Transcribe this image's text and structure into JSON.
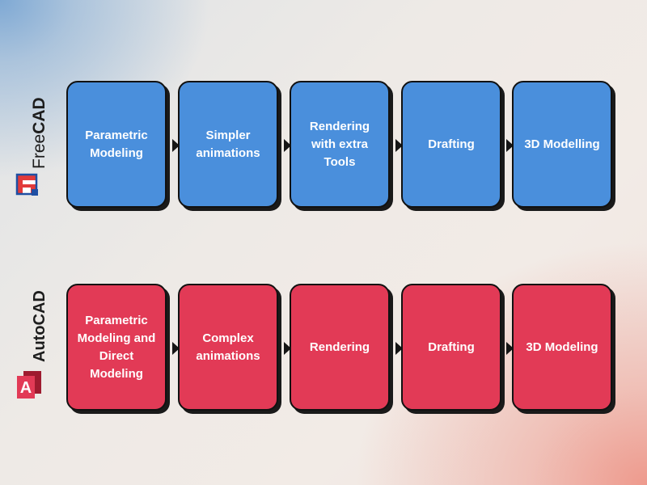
{
  "freecad": {
    "brand": {
      "part1": "Free",
      "part2": "CAD",
      "logo_icon": "freecad-logo-icon"
    },
    "steps": [
      "Parametric Modeling",
      "Simpler animations",
      "Rendering with extra Tools",
      "Drafting",
      "3D Modelling"
    ],
    "color": "#4a8fdc"
  },
  "autocad": {
    "brand": {
      "name": "AutoCAD",
      "logo_letter": "A",
      "logo_icon": "autocad-logo-icon"
    },
    "steps": [
      "Parametric Modeling and Direct Modeling",
      "Complex animations",
      "Rendering",
      "Drafting",
      "3D Modeling"
    ],
    "color": "#e23a56"
  }
}
